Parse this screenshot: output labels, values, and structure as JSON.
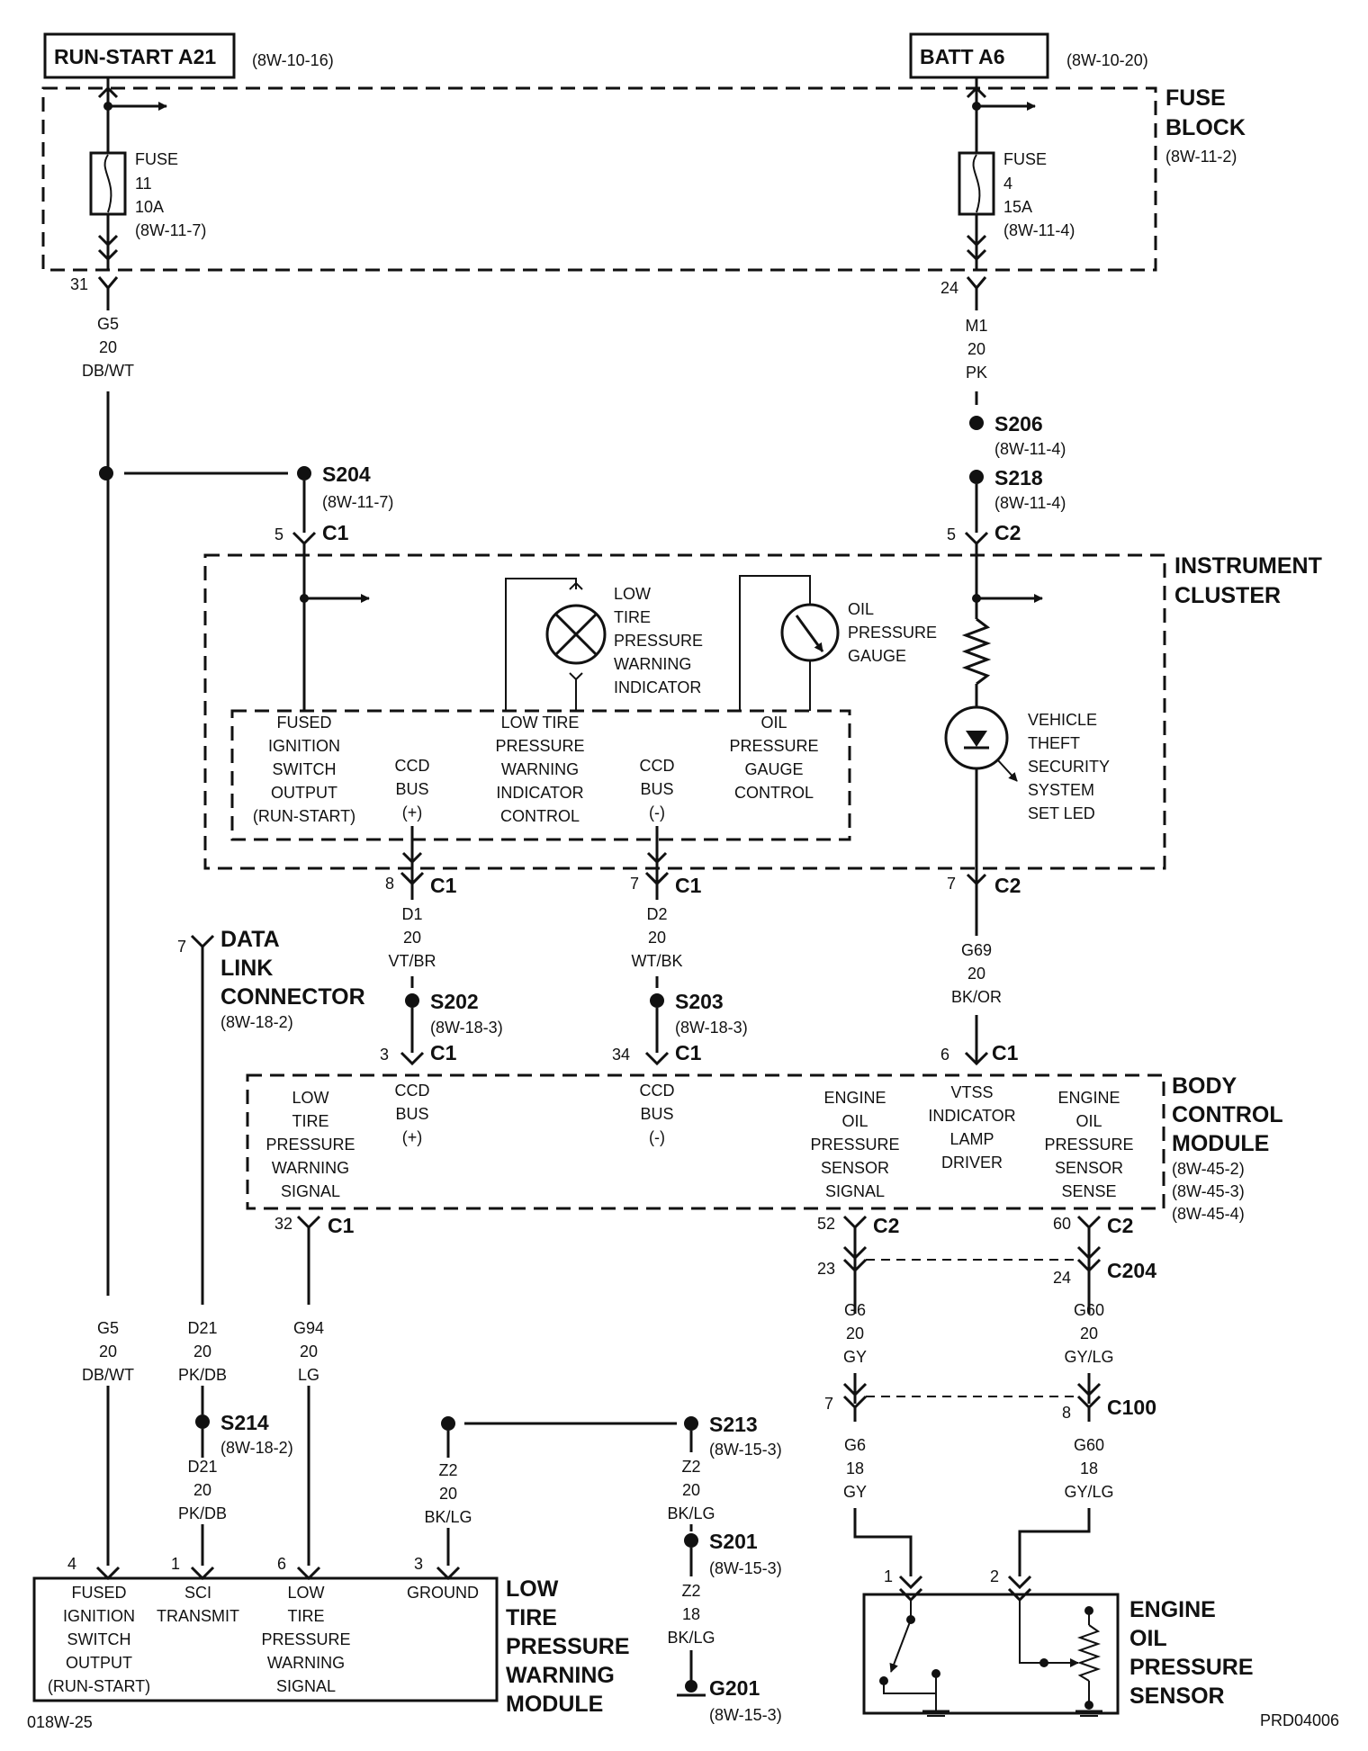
{
  "sources": {
    "run_start": {
      "label": "RUN-START A21",
      "ref": "(8W-10-16)"
    },
    "batt": {
      "label": "BATT A6",
      "ref": "(8W-10-20)"
    }
  },
  "fuse_block": {
    "title_1": "FUSE",
    "title_2": "BLOCK",
    "ref": "(8W-11-2)",
    "fuse11": {
      "l1": "FUSE",
      "l2": "11",
      "l3": "10A",
      "l4": "(8W-11-7)"
    },
    "fuse4": {
      "l1": "FUSE",
      "l2": "4",
      "l3": "15A",
      "l4": "(8W-11-4)"
    },
    "pin_left": "31",
    "pin_right": "24"
  },
  "wires": {
    "g5_top": {
      "c": "G5",
      "g": "20",
      "col": "DB/WT"
    },
    "m1": {
      "c": "M1",
      "g": "20",
      "col": "PK"
    },
    "d1": {
      "c": "D1",
      "g": "20",
      "col": "VT/BR"
    },
    "d2": {
      "c": "D2",
      "g": "20",
      "col": "WT/BK"
    },
    "g69": {
      "c": "G69",
      "g": "20",
      "col": "BK/OR"
    },
    "g5_bot": {
      "c": "G5",
      "g": "20",
      "col": "DB/WT"
    },
    "d21_a": {
      "c": "D21",
      "g": "20",
      "col": "PK/DB"
    },
    "d21_b": {
      "c": "D21",
      "g": "20",
      "col": "PK/DB"
    },
    "g94": {
      "c": "G94",
      "g": "20",
      "col": "LG"
    },
    "z2_a": {
      "c": "Z2",
      "g": "20",
      "col": "BK/LG"
    },
    "z2_b": {
      "c": "Z2",
      "g": "20",
      "col": "BK/LG"
    },
    "z2_c": {
      "c": "Z2",
      "g": "18",
      "col": "BK/LG"
    },
    "g6_a": {
      "c": "G6",
      "g": "20",
      "col": "GY"
    },
    "g6_b": {
      "c": "G6",
      "g": "18",
      "col": "GY"
    },
    "g60_a": {
      "c": "G60",
      "g": "20",
      "col": "GY/LG"
    },
    "g60_b": {
      "c": "G60",
      "g": "18",
      "col": "GY/LG"
    }
  },
  "splices": {
    "s204": {
      "n": "S204",
      "ref": "(8W-11-7)"
    },
    "s206": {
      "n": "S206",
      "ref": "(8W-11-4)"
    },
    "s218": {
      "n": "S218",
      "ref": "(8W-11-4)"
    },
    "s202": {
      "n": "S202",
      "ref": "(8W-18-3)"
    },
    "s203": {
      "n": "S203",
      "ref": "(8W-18-3)"
    },
    "s214": {
      "n": "S214",
      "ref": "(8W-18-2)"
    },
    "s213": {
      "n": "S213",
      "ref": "(8W-15-3)"
    },
    "s201": {
      "n": "S201",
      "ref": "(8W-15-3)"
    },
    "g201": {
      "n": "G201",
      "ref": "(8W-15-3)"
    }
  },
  "connectors": {
    "ic_c1_5": {
      "pin": "5",
      "name": "C1"
    },
    "ic_c2_5": {
      "pin": "5",
      "name": "C2"
    },
    "ic_c1_8": {
      "pin": "8",
      "name": "C1"
    },
    "ic_c1_7": {
      "pin": "7",
      "name": "C1"
    },
    "ic_c2_7": {
      "pin": "7",
      "name": "C2"
    },
    "bcm_c1_3": {
      "pin": "3",
      "name": "C1"
    },
    "bcm_c1_34": {
      "pin": "34",
      "name": "C1"
    },
    "bcm_c1_6": {
      "pin": "6",
      "name": "C1"
    },
    "bcm_c1_32": {
      "pin": "32",
      "name": "C1"
    },
    "bcm_c2_52": {
      "pin": "52",
      "name": "C2"
    },
    "bcm_c2_60": {
      "pin": "60",
      "name": "C2"
    },
    "c204_23": {
      "pin": "23",
      "name": "C204"
    },
    "c204_24": {
      "pin": "24",
      "name": ""
    },
    "c100_7": {
      "pin": "7",
      "name": "C100"
    },
    "c100_8": {
      "pin": "8",
      "name": ""
    },
    "dlc_7": {
      "pin": "7"
    },
    "ltpwm_4": {
      "pin": "4"
    },
    "ltpwm_1": {
      "pin": "1"
    },
    "ltpwm_6": {
      "pin": "6"
    },
    "ltpwm_3": {
      "pin": "3"
    },
    "eops_1": {
      "pin": "1"
    },
    "eops_2": {
      "pin": "2"
    }
  },
  "dlc": {
    "l1": "DATA",
    "l2": "LINK",
    "l3": "CONNECTOR",
    "ref": "(8W-18-2)"
  },
  "instrument_cluster": {
    "title_1": "INSTRUMENT",
    "title_2": "CLUSTER",
    "ltpwi": [
      "LOW",
      "TIRE",
      "PRESSURE",
      "WARNING",
      "INDICATOR"
    ],
    "opg": [
      "OIL",
      "PRESSURE",
      "GAUGE"
    ],
    "vtss": [
      "VEHICLE",
      "THEFT",
      "SECURITY",
      "SYSTEM",
      "SET LED"
    ],
    "fiso": [
      "FUSED",
      "IGNITION",
      "SWITCH",
      "OUTPUT",
      "(RUN-START)"
    ],
    "ccd_pos": [
      "CCD",
      "BUS",
      "(+)"
    ],
    "ltpwic": [
      "LOW TIRE",
      "PRESSURE",
      "WARNING",
      "INDICATOR",
      "CONTROL"
    ],
    "ccd_neg": [
      "CCD",
      "BUS",
      "(-)"
    ],
    "opgc": [
      "OIL",
      "PRESSURE",
      "GAUGE",
      "CONTROL"
    ]
  },
  "bcm": {
    "title": [
      "BODY",
      "CONTROL",
      "MODULE"
    ],
    "refs": [
      "(8W-45-2)",
      "(8W-45-3)",
      "(8W-45-4)"
    ],
    "ltpws": [
      "LOW",
      "TIRE",
      "PRESSURE",
      "WARNING",
      "SIGNAL"
    ],
    "ccd_pos": [
      "CCD",
      "BUS",
      "(+)"
    ],
    "ccd_neg": [
      "CCD",
      "BUS",
      "(-)"
    ],
    "eopss": [
      "ENGINE",
      "OIL",
      "PRESSURE",
      "SENSOR",
      "SIGNAL"
    ],
    "vtss": [
      "VTSS",
      "INDICATOR",
      "LAMP",
      "DRIVER"
    ],
    "eopse": [
      "ENGINE",
      "OIL",
      "PRESSURE",
      "SENSOR",
      "SENSE"
    ]
  },
  "ltpwm": {
    "title": [
      "LOW",
      "TIRE",
      "PRESSURE",
      "WARNING",
      "MODULE"
    ],
    "fiso": [
      "FUSED",
      "IGNITION",
      "SWITCH",
      "OUTPUT",
      "(RUN-START)"
    ],
    "sci": [
      "SCI",
      "TRANSMIT"
    ],
    "ltpws": [
      "LOW",
      "TIRE",
      "PRESSURE",
      "WARNING",
      "SIGNAL"
    ],
    "ground": [
      "GROUND"
    ]
  },
  "eops": {
    "title": [
      "ENGINE",
      "OIL",
      "PRESSURE",
      "SENSOR"
    ]
  },
  "footer": {
    "left": "018W-25",
    "right": "PRD04006"
  }
}
